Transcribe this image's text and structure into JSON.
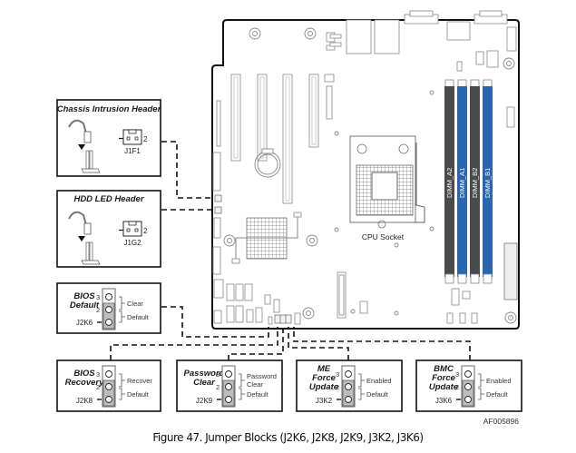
{
  "figure": {
    "caption": "Figure 47. Jumper Blocks (J2K6, J2K8, J2K9, J3K2, J3K6)",
    "figure_id": "AF005896"
  },
  "board": {
    "cpu_socket_label": "CPU Socket",
    "dimms": [
      {
        "label": "DIMM_A2",
        "color": "#4a4a4a"
      },
      {
        "label": "DIMM_A1",
        "color": "#2a66b0"
      },
      {
        "label": "DIMM_B2",
        "color": "#4a4a4a"
      },
      {
        "label": "DIMM_B1",
        "color": "#2a66b0"
      }
    ]
  },
  "headers": [
    {
      "title": "Chassis Intrusion Header",
      "ref": "J1F1",
      "pin_label": "2"
    },
    {
      "title": "HDD LED Header",
      "ref": "J1G2",
      "pin_label": "2"
    }
  ],
  "jumpers": [
    {
      "title_lines": [
        "BIOS",
        "Default"
      ],
      "ref": "J2K6",
      "pins": [
        "3",
        "2"
      ],
      "setting_top": [
        "Clear"
      ],
      "setting_bottom": "Default"
    },
    {
      "title_lines": [
        "BIOS",
        "Recovery"
      ],
      "ref": "J2K8",
      "pins": [
        "3",
        "2"
      ],
      "setting_top": [
        "Recover"
      ],
      "setting_bottom": "Default"
    },
    {
      "title_lines": [
        "Password",
        "Clear"
      ],
      "ref": "J2K9",
      "pins": [
        "3",
        "2"
      ],
      "setting_top": [
        "Password",
        "Clear"
      ],
      "setting_bottom": "Default"
    },
    {
      "title_lines": [
        "ME",
        "Force",
        "Update"
      ],
      "ref": "J3K2",
      "pins": [
        "3",
        "2"
      ],
      "setting_top": [
        "Enabled"
      ],
      "setting_bottom": "Default"
    },
    {
      "title_lines": [
        "BMC",
        "Force",
        "Update"
      ],
      "ref": "J3K6",
      "pins": [
        "3",
        "2"
      ],
      "setting_top": [
        "Enabled"
      ],
      "setting_bottom": "Default"
    }
  ]
}
